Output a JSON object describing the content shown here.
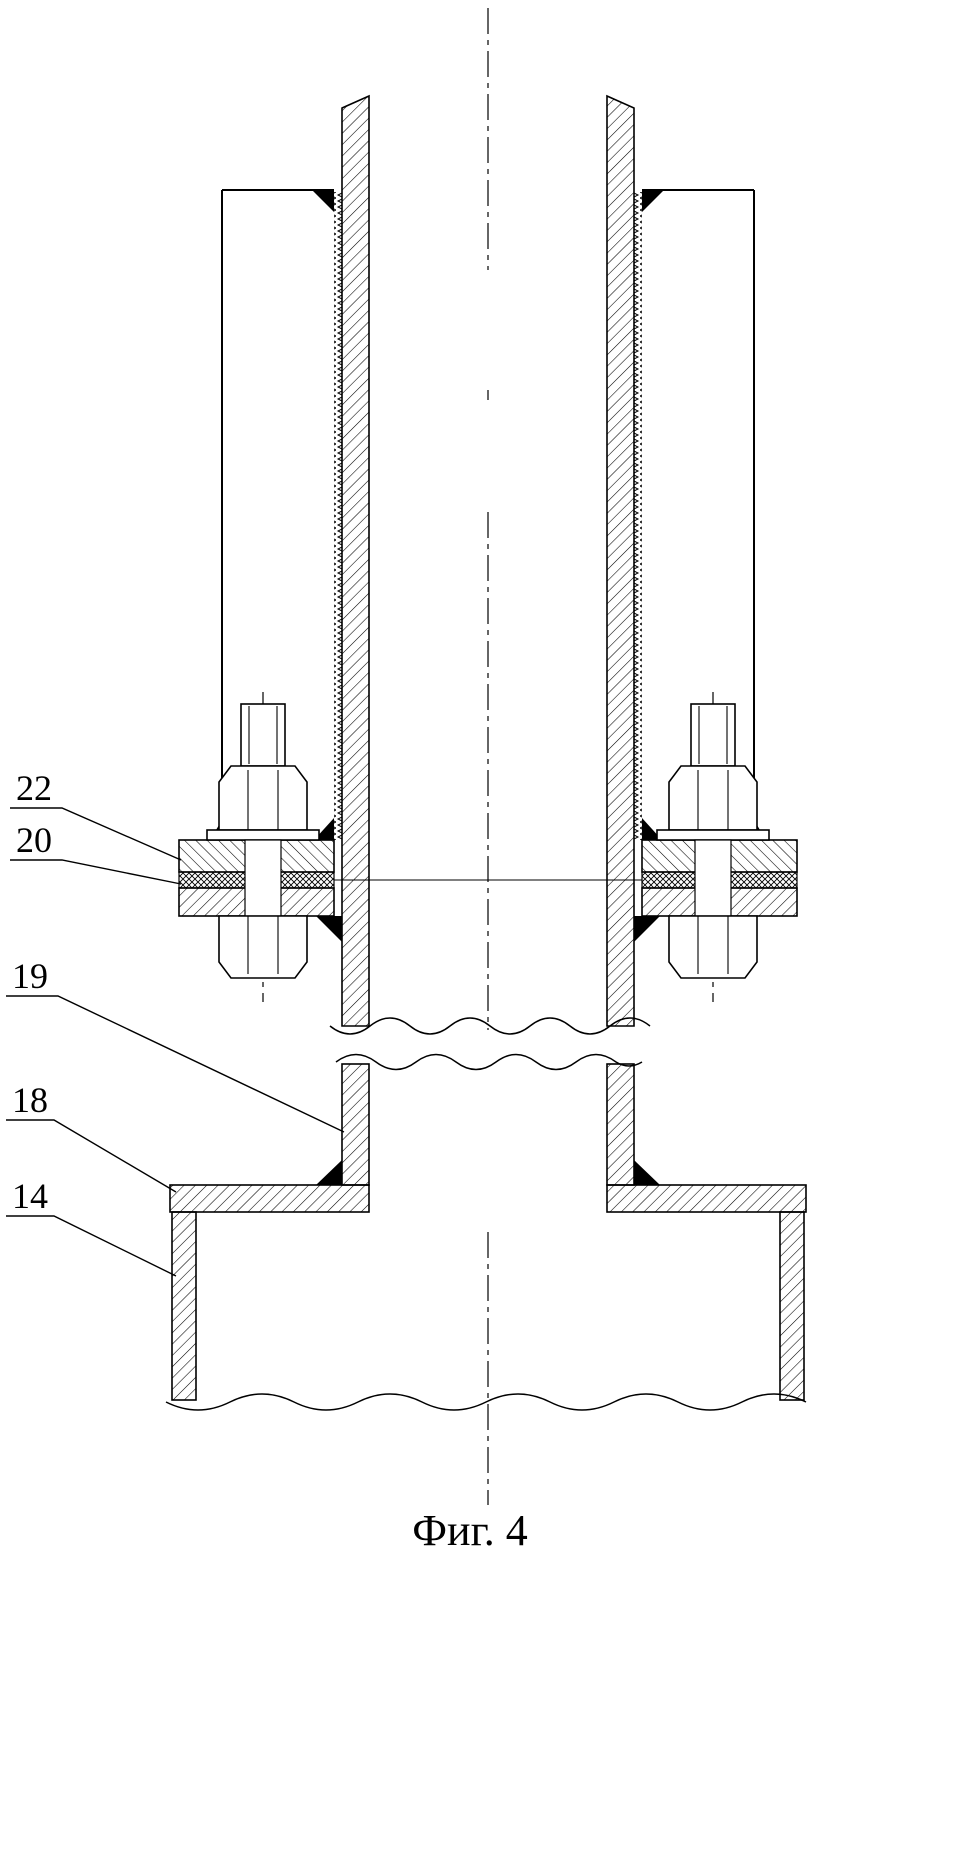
{
  "figure": {
    "caption": "Фиг. 4",
    "labels": [
      {
        "id": "label-22",
        "text": "22",
        "points_to": "upper-flange-ring"
      },
      {
        "id": "label-20",
        "text": "20",
        "points_to": "gasket"
      },
      {
        "id": "label-19",
        "text": "19",
        "points_to": "lower-stub-pipe"
      },
      {
        "id": "label-18",
        "text": "18",
        "points_to": "flange-plate"
      },
      {
        "id": "label-14",
        "text": "14",
        "points_to": "lower-pipe"
      }
    ],
    "colors": {
      "ink": "#000000",
      "background": "#ffffff"
    }
  }
}
